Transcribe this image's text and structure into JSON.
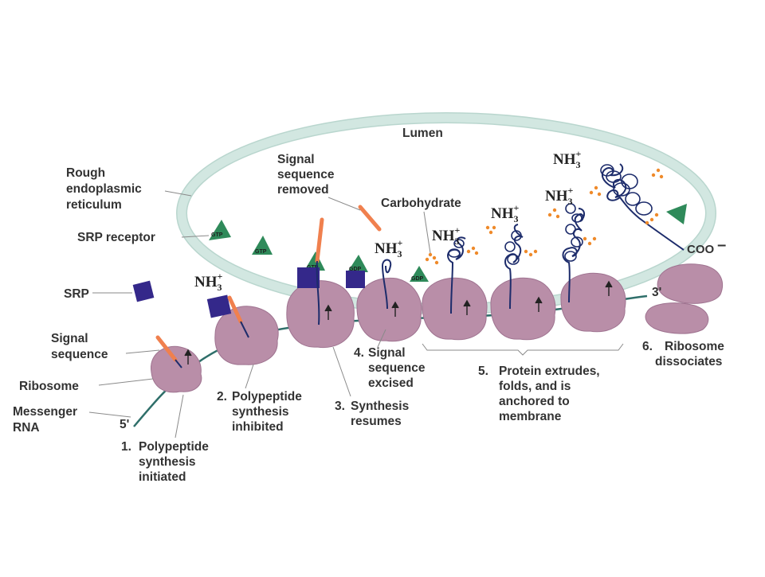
{
  "labels": {
    "lumen": "Lumen",
    "rough_er": [
      "Rough",
      "endoplasmic",
      "reticulum"
    ],
    "srp_receptor": "SRP receptor",
    "srp": "SRP",
    "signal_sequence": [
      "Signal",
      "sequence"
    ],
    "ribosome": "Ribosome",
    "messenger_rna": [
      "Messenger",
      "RNA"
    ],
    "signal_sequence_removed": [
      "Signal",
      "sequence",
      "removed"
    ],
    "carbohydrate": "Carbohydrate",
    "coo": "COO",
    "coo_charge": "–",
    "five_prime": "5'",
    "three_prime": "3'",
    "nh3_main": "NH",
    "nh3_sub": "3",
    "nh3_sup": "+"
  },
  "receptor_tags": [
    "GTP",
    "GTP",
    "GTP",
    "GDP",
    "GDP"
  ],
  "steps": [
    {
      "number": "1.",
      "lines": [
        "Polypeptide",
        "synthesis",
        "initiated"
      ]
    },
    {
      "number": "2.",
      "lines": [
        "Polypeptide",
        "synthesis",
        "inhibited"
      ]
    },
    {
      "number": "3.",
      "lines": [
        "Synthesis",
        "resumes"
      ]
    },
    {
      "number": "4.",
      "lines": [
        "Signal",
        "sequence",
        "excised"
      ]
    },
    {
      "number": "5.",
      "lines": [
        "Protein extrudes,",
        "folds, and is",
        "anchored to",
        "membrane"
      ]
    },
    {
      "number": "6.",
      "lines": [
        "Ribosome",
        "dissociates"
      ]
    }
  ],
  "colors": {
    "membrane": "#d2e7e1",
    "membrane_edge": "#b9d6ce",
    "ribosome": "#b98ea8",
    "ribosome_edge": "#9f7390",
    "mrna": "#2f6f6a",
    "srp": "#34288a",
    "receptor": "#2f8a5a",
    "signal_peptide": "#f0804e",
    "polypeptide": "#1d2c6b",
    "carbohydrate": "#ef8a2a"
  }
}
